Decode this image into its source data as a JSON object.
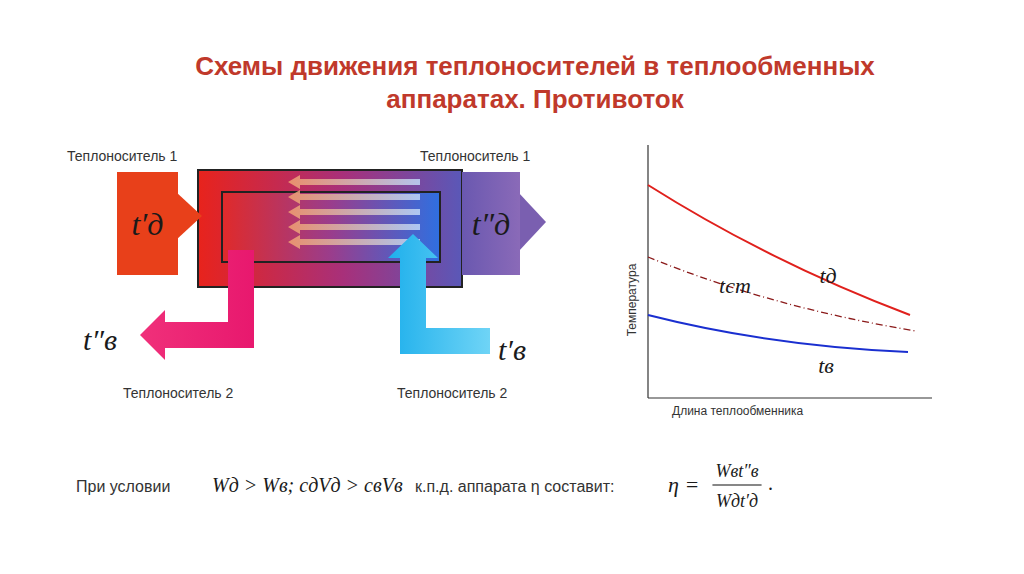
{
  "diagram": {
    "title": "Схемы движения теплоносителей в теплообменных аппаратах. Противоток",
    "nodes": [
      {
        "text": [
          "Теплоноситель 1",
          "t′д"
        ]
      },
      {
        "text": [
          "Теплоноситель 1",
          "t″д"
        ]
      }
    ],
    "labels": [
      "Теплоноситель 2",
      "Теплоноситель 2",
      "t″в",
      "t′в",
      "Температура",
      "Длина теплообменника",
      "tд",
      "tст",
      "tв",
      "При условии",
      "Wд > Wв; cдVд > cвVв",
      "к.п.д. аппарата η составит:",
      "η =",
      "Wвt″в",
      "Wдt′д",
      "."
    ]
  }
}
